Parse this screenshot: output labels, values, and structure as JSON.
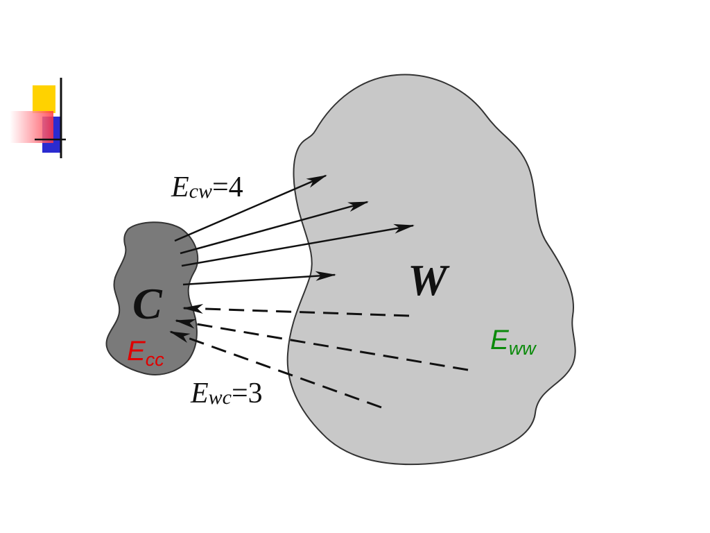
{
  "diagram": {
    "cluster_c": {
      "label": "C",
      "energy": {
        "main": "E",
        "sub": "cc"
      }
    },
    "cluster_w": {
      "label": "W",
      "energy": {
        "main": "E",
        "sub": "ww"
      }
    },
    "arrow_group_cw": {
      "main": "E",
      "sub": "cw",
      "value": "=4"
    },
    "arrow_group_wc": {
      "main": "E",
      "sub": "wc",
      "value": "=3"
    }
  },
  "colors": {
    "cluster_c_fill": "#7a7a7a",
    "cluster_w_fill": "#c8c8c8",
    "outline": "#333333",
    "arrow": "#111111",
    "energy_cc": "#e00000",
    "energy_ww": "#0a8a0a",
    "decor_yellow": "#ffd200",
    "decor_blue": "#2b2bd0",
    "decor_red": "#ff4a5a"
  }
}
